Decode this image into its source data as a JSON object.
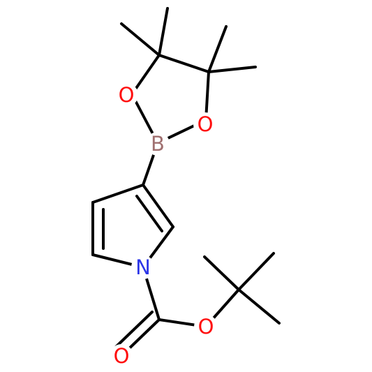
{
  "atom_colors": {
    "O": "#ff0d0d",
    "N": "#2b35e8",
    "B": "#a07070"
  },
  "atoms": {
    "o_ring_left": "O",
    "o_ring_right": "O",
    "boron": "B",
    "nitrogen": "N",
    "o_ester": "O",
    "o_carbonyl": "O"
  }
}
